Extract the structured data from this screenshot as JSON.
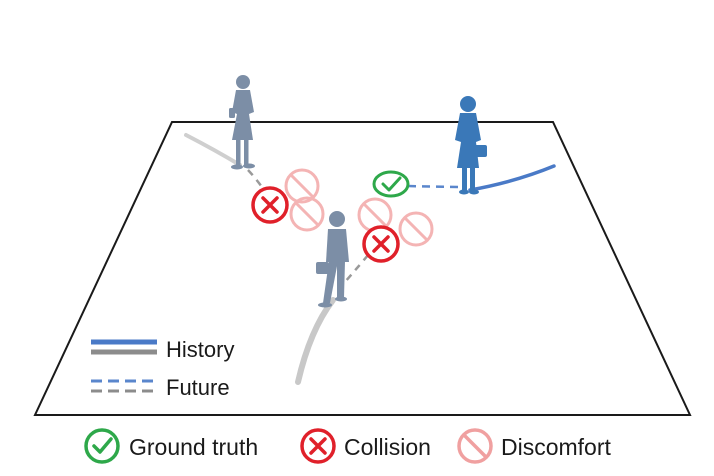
{
  "legend": {
    "history_label": "History",
    "future_label": "Future",
    "ground_truth_label": "Ground truth",
    "collision_label": "Collision",
    "discomfort_label": "Discomfort"
  },
  "colors": {
    "history_blue": "#4a7ac7",
    "gray": "#8c8c8c",
    "light_gray_path": "#c8c8c8",
    "ground_truth_green": "#2ea84a",
    "collision_red": "#e0202a",
    "discomfort_pink": "#f0a0a0",
    "person_gray_blue": "#7c8ea6",
    "person_blue": "#3a78b8"
  },
  "icons": {
    "ground_truth": "check-circle-icon",
    "collision": "x-circle-icon",
    "discomfort": "prohibited-circle-icon"
  }
}
